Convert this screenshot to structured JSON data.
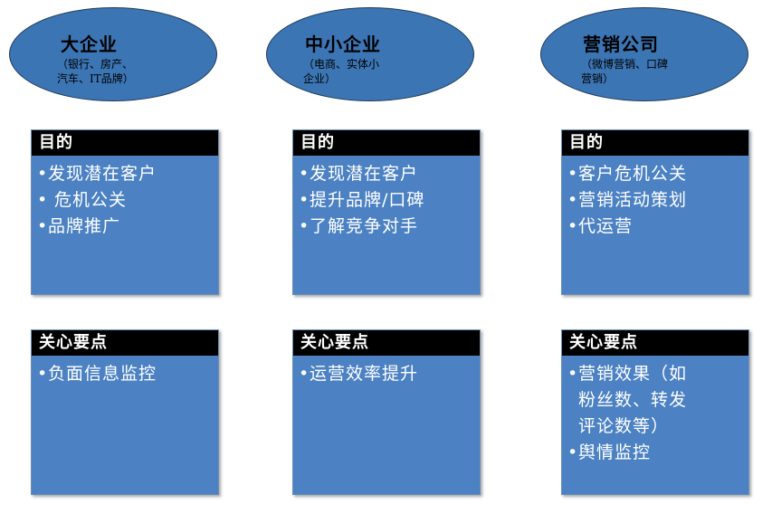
{
  "segments": [
    {
      "title": "大企业",
      "subtitle": "（银行、房产、\n汽车、IT品牌）",
      "purpose_header": "目的",
      "purpose_items": [
        "发现潜在客户",
        " 危机公关",
        "品牌推广"
      ],
      "concerns_header": "关心要点",
      "concerns_items": [
        "负面信息监控"
      ]
    },
    {
      "title": "中小企业",
      "subtitle": "（电商、实体小\n企业）",
      "purpose_header": "目的",
      "purpose_items": [
        "发现潜在客户",
        "提升品牌/口碑",
        "了解竞争对手"
      ],
      "concerns_header": "关心要点",
      "concerns_items": [
        "运营效率提升"
      ]
    },
    {
      "title": "营销公司",
      "subtitle": "（微博营销、口碑\n营销）",
      "purpose_header": "目的",
      "purpose_items": [
        "客户危机公关",
        "营销活动策划",
        "代运营"
      ],
      "concerns_header": "关心要点",
      "concerns_items": [
        "营销效果（如\n粉丝数、转发\n评论数等）",
        "舆情监控"
      ]
    }
  ],
  "colors": {
    "ellipse_fill": "#3b75b4",
    "box_fill": "#4c82c3",
    "header_fill": "#000000",
    "text": "#ffffff"
  }
}
